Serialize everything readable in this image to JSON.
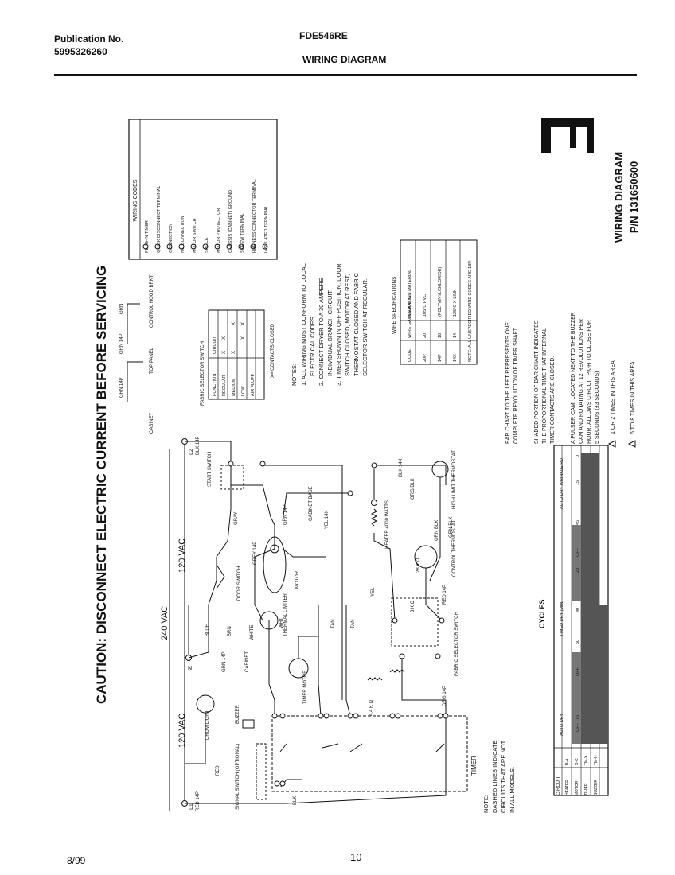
{
  "header": {
    "publication_label": "Publication No.",
    "publication_number": "5995326260",
    "model": "FDE546RE",
    "title": "WIRING DIAGRAM"
  },
  "footer": {
    "date": "8/99",
    "page": "10"
  },
  "caution": "CAUTION: DISCONNECT ELECTRIC CURRENT BEFORE SERVICING",
  "big_letter": "E",
  "diagram_id": {
    "line1": "WIRING DIAGRAM",
    "line2": "P/N 131650600"
  },
  "wiring_codes": {
    "title": "WIRING CODES",
    "items": [
      "PLUG-IN TIMER",
      "QUICK DISCONNECT TERMINAL",
      "CONNECTION",
      "NO CONNECTION",
      "MOTOR SWITCH",
      "SPLICE",
      "MOTOR PROTECTOR",
      "CHASSIS (CABINET) GROUND",
      "SCREW TERMINAL",
      "HARNESS CONNECTOR TERMINAL",
      "INSULATED TERMINAL"
    ]
  },
  "notes": {
    "title": "NOTES:",
    "items": [
      "1. ALL WIRING MUST CONFORM TO LOCAL",
      "ELECTRICAL CODES.",
      "2. CONNECT DRYER TO A 30 AMPERE",
      "INDIVIDUAL BRANCH CIRCUIT.",
      "3. TIMER SHOWN IN OFF POSITION, DOOR",
      "SWITCH CLOSED, MOTOR AT REST,",
      "THERMOSTAT CLOSED AND FABRIC",
      "SELECTOR SWITCH AT REGULAR."
    ]
  },
  "wire_specs": {
    "title": "WIRE SPECIFICATIONS",
    "headers": [
      "CODE",
      "WIRE GAUGE A.W.G.",
      "INSULATION MATERIAL"
    ],
    "rows": [
      [
        "20P",
        "20",
        "105°C PVC"
      ],
      [
        "14P",
        "18",
        "(POLYVINYLCHLORIDE)"
      ],
      [
        "14X",
        "14",
        "125°C X-LINK"
      ]
    ],
    "footnote": "NOTE: ALL UNSPECIFIED WIRE CODES ARE 18P."
  },
  "fabric_selector": {
    "title": "FABRIC SELECTOR SWITCH",
    "headers": [
      "FUNCTION",
      "CIRCUIT"
    ],
    "sub_headers": [
      "1-2",
      "4-5",
      "4-5"
    ],
    "rows": [
      [
        "REGULAR",
        "X",
        "X",
        ""
      ],
      [
        "MEDIUM",
        "X",
        "",
        "X"
      ],
      [
        "LOW",
        "",
        "X",
        "X"
      ],
      [
        "AIR FLUFF",
        "",
        "",
        ""
      ]
    ],
    "footnote": "X= CONTACTS CLOSED"
  },
  "grounds": {
    "cabinet": "CABINET",
    "top_panel": "TOP PANEL",
    "control_hood": "CONTROL HOOD BRKT",
    "wire1": "GRN 14P",
    "wire2": "GRN 14P",
    "wire3": "GRN"
  },
  "bar_chart_notes": [
    "BAR CHART TO THE LEFT REPRESENTS ONE",
    "COMPLETE REVOLUTION OF TIMER SHAFT.",
    "SHADED PORTION OF BAR CHART INDICATES",
    "THE PROPORTIONAL TIME THAT INTERNAL",
    "TIMER CONTACTS ARE CLOSED.",
    "A PULSER CAM, LOCATED NEXT TO THE BUZZER",
    "CAM AND ROTATING AT 12 REVOLUTIONS PER",
    "HOUR, ALLOWS CIRCUIT PK-H TO CLOSE FOR",
    "5 SECONDS (±3 SECONDS)",
    "1 OR 2 TIMES IN THIS AREA",
    "6 TO 8 TIMES IN THIS AREA"
  ],
  "cycles_chart": {
    "title": "CYCLES",
    "circuit_col": "CIRCUIT",
    "groups": [
      "AUTO DRY",
      "TIMED DRY (MIN)",
      "AUTO DRY WRINKLE RD"
    ],
    "ticks": [
      "OFF",
      "75",
      "OFF",
      "60",
      "40",
      "20",
      "OFF",
      "45",
      "15",
      "0"
    ],
    "rows": [
      {
        "name": "HEATER",
        "circuit": "B-A"
      },
      {
        "name": "MOTOR",
        "circuit": "X-C"
      },
      {
        "name": "TIMER",
        "circuit": "TM-X"
      },
      {
        "name": "BUZZER",
        "circuit": "TM-H"
      }
    ]
  },
  "schematic": {
    "vac_240": "240 VAC",
    "vac_120_top": "120 VAC",
    "vac_120_bot": "120 VAC",
    "l1": "L1",
    "l2": "L2",
    "n": "N",
    "red_14p": "RED 14P",
    "blk_14p": "BLK 14P",
    "grn_14p": "GRN 14P",
    "cabinet": "CABINET",
    "drum_light": "DRUM LIGHT",
    "buzzer": "BUZZER",
    "signal_switch": "SIGNAL SWITCH (OPTIONAL)",
    "start_switch": "START SWITCH",
    "door_switch": "DOOR SWITCH",
    "motor": "MOTOR",
    "thermal_limiter": "THERMAL LIMITER",
    "timer_motor": "TIMER MOTOR",
    "timer": "TIMER",
    "heater": "HEATER 4000 WATTS",
    "control_thermostat": "CONTROL THERMOSTAT",
    "high_limit": "HIGH LIMIT THERMOSTAT",
    "fabric_selector_switch": "FABRIC SELECTOR SWITCH",
    "cabinet_base": "CABINET BASE",
    "r_44k": "4.4 K Ω",
    "r_3k": "3 K Ω",
    "r_28k": "28 K Ω",
    "wire_blu": "BLUE",
    "wire_brn": "BRN",
    "wire_tan": "TAN",
    "wire_yel": "YEL",
    "wire_yel14x": "YEL 14X",
    "wire_red": "RED",
    "wire_blk": "BLK",
    "wire_wht": "WHT",
    "wire_gray": "GRAY",
    "wire_orn": "ORN BLK",
    "wire_grnblk": "GRN-BLK",
    "wire_orgblk": "ORG/BLK",
    "wire_red14p": "RED 14P",
    "wire_blk14x": "BLK 14X",
    "wire_grn14p": "GRN 14P",
    "wire_org14p": "ORG 14P",
    "wire_grey14p": "GREY 14P",
    "wire_wht14p": "WHITE",
    "note": "NOTE:",
    "note_text": [
      "DASHED LINES INDICATE",
      "CIRCUITS THAT ARE NOT",
      "IN ALL MODELS."
    ]
  }
}
